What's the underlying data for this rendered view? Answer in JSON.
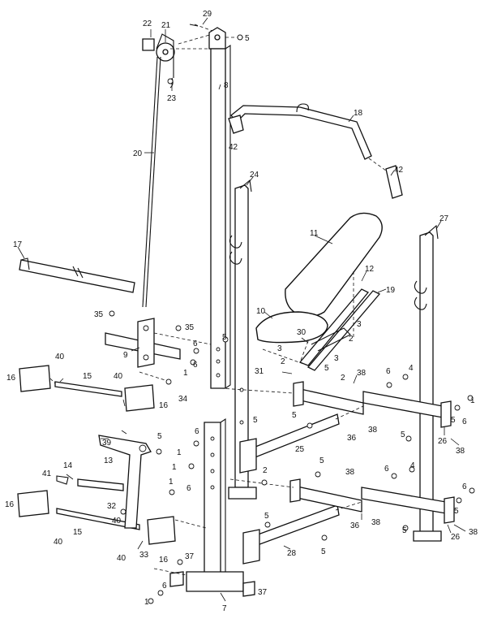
{
  "labels": {
    "l22": "22",
    "l21": "21",
    "l29": "29",
    "l5a": "5",
    "l23": "23",
    "l8": "8",
    "l18": "18",
    "l42a": "42",
    "l20": "20",
    "l42b": "42",
    "l24": "24",
    "l27": "27",
    "l11": "11",
    "l17": "17",
    "l12": "12",
    "l19": "19",
    "l10": "10",
    "l35a": "35",
    "l35b": "35",
    "l30": "30",
    "l3a": "3",
    "l3b": "3",
    "l3c": "3",
    "l9": "9",
    "l6a": "6",
    "l5b": "5",
    "l1a": "1",
    "l2a": "2",
    "l2b": "2",
    "l2c": "2",
    "l31": "31",
    "l6b": "6",
    "l5c": "5",
    "l34": "34",
    "l16a": "16",
    "l40a": "40",
    "l15a": "15",
    "l40b": "40",
    "l16b": "16",
    "l38a": "38",
    "l6c": "6",
    "l4a": "4",
    "l38b": "38",
    "l5d": "5",
    "l36a": "36",
    "l38c": "38",
    "l1b": "1",
    "l5e": "5",
    "l6d": "6",
    "l26a": "26",
    "l5f": "5",
    "l38d": "38",
    "l39": "39",
    "l13": "13",
    "l5g": "5",
    "l6e": "6",
    "l1c": "1",
    "l25": "25",
    "l41": "41",
    "l14": "14",
    "l5h": "5",
    "l2d": "2",
    "l5i": "5",
    "l6f": "6",
    "l38e": "38",
    "l6g": "6",
    "l4b": "4",
    "l5j": "5",
    "l6h": "6",
    "l16c": "16",
    "l32": "32",
    "l36b": "36",
    "l38f": "38",
    "l40c": "40",
    "l15b": "15",
    "l5k": "5",
    "l33": "33",
    "l16d": "16",
    "l40d": "40",
    "l28": "28",
    "l5l": "5",
    "l26b": "26",
    "l38g": "38",
    "l37a": "37",
    "l6i": "6",
    "l1d": "1",
    "l7": "7",
    "l37b": "37",
    "l5m": "5",
    "l1e": "1",
    "l1f": "1"
  }
}
